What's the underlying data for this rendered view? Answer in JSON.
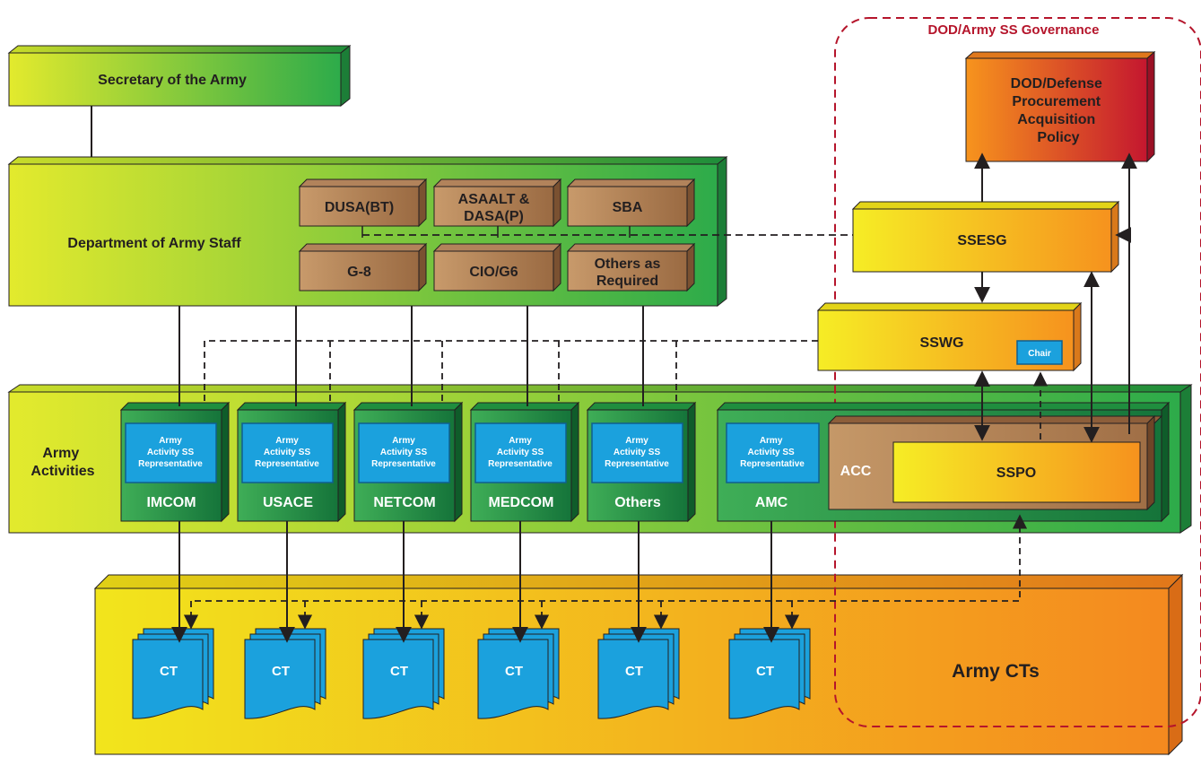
{
  "governance": {
    "title": "DOD/Army SS Governance"
  },
  "secretary": {
    "label": "Secretary of the Army"
  },
  "staff": {
    "label": "Department of Army Staff",
    "offices": [
      {
        "lines": [
          "DUSA(BT)"
        ]
      },
      {
        "lines": [
          "ASAALT &",
          "DASA(P)"
        ]
      },
      {
        "lines": [
          "SBA"
        ]
      },
      {
        "lines": [
          "G-8"
        ]
      },
      {
        "lines": [
          "CIO/G6"
        ]
      },
      {
        "lines": [
          "Others as",
          "Required"
        ]
      }
    ]
  },
  "dod": {
    "lines": [
      "DOD/Defense",
      "Procurement",
      "Acquisition",
      "Policy"
    ]
  },
  "ssesg": {
    "label": "SSESG"
  },
  "sswg": {
    "label": "SSWG",
    "chair": "Chair"
  },
  "activities": {
    "label_lines": [
      "Army",
      "Activities"
    ],
    "rep_lines": [
      "Army",
      "Activity SS",
      "Representative"
    ],
    "commands": [
      "IMCOM",
      "USACE",
      "NETCOM",
      "MEDCOM",
      "Others",
      "AMC"
    ],
    "acc": "ACC",
    "sspo": "SSPO"
  },
  "cts": {
    "label": "Army CTs",
    "item": "CT"
  },
  "colors": {
    "green_light": "#e6ea2c",
    "green_dark": "#2fae4c",
    "brown": "#a8724a",
    "blue": "#1ba1dd",
    "orange": "#f7941d",
    "red": "#c8102e",
    "dash_red": "#b5152b"
  }
}
